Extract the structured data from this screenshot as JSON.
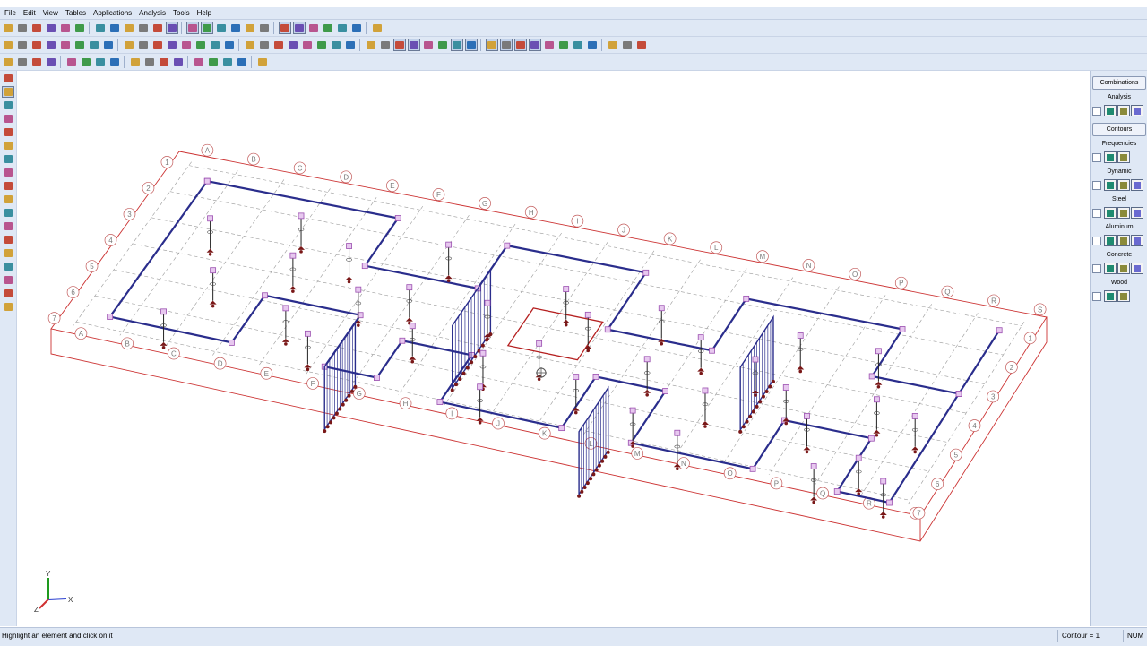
{
  "menu": [
    "File",
    "Edit",
    "View",
    "Tables",
    "Applications",
    "Analysis",
    "Tools",
    "Help"
  ],
  "toolbar_icons": {
    "row1": [
      "new-file",
      "open-folder",
      "save",
      "print",
      "undo",
      "redo",
      "redraw",
      "model-view",
      "line-tool",
      "table-view",
      "zoom-box",
      "plot-options",
      "joint-view",
      "member-view",
      "plate-view",
      "solid-view",
      "color-view",
      "label-view",
      "shaded-view",
      "render-view",
      "select-all",
      "grid-view",
      "loads-view",
      "results-view",
      "camera-view"
    ],
    "row2": [
      "table-editor",
      "draw-member",
      "draw-plate",
      "draw-wall",
      "draw-solid",
      "insert-joint",
      "delete-item",
      "split-member",
      "merge-item",
      "rotate-item",
      "move-item",
      "copy-item",
      "mirror-item",
      "scale-item",
      "snap-grid",
      "assign-support",
      "assign-hinge",
      "assign-offset",
      "assign-load",
      "assign-material",
      "assign-section",
      "assign-release",
      "wall-panel",
      "color-palette",
      "pointer-tool",
      "select-window",
      "select-polygon",
      "select-inverse",
      "select-member",
      "select-plate",
      "select-solid",
      "select-joint",
      "select-window-2",
      "select-line",
      "select-crossing",
      "select-plane",
      "select-box",
      "select-all-2",
      "select-none",
      "select-previous",
      "select-group",
      "undo-select",
      "redo-select"
    ],
    "row3": [
      "grid-tool",
      "beam-tool",
      "slab-tool",
      "deck-tool",
      "panel-tool",
      "ramp-tool",
      "stair-tool",
      "column-tool",
      "wall-tool",
      "roof-tool",
      "truss-tool",
      "foundation-tool",
      "load-tool",
      "area-load-tool",
      "wind-tool",
      "seismic-tool",
      "design-tool"
    ]
  },
  "left_toolbar_icons": [
    "hand-icon",
    "select-icon",
    "grid-select-icon",
    "lasso-icon",
    "zoom-in-icon",
    "zoom-out-icon",
    "view-front-icon",
    "view-top-icon",
    "view-side-icon",
    "view-iso-icon",
    "view-3d-icon",
    "view-section-icon",
    "fit-icon",
    "render-icon",
    "eye-icon",
    "layers-icon",
    "camera-icon",
    "help-icon"
  ],
  "right_panel": {
    "combinations": "Combinations",
    "analysis": "Analysis",
    "contours": "Contours",
    "frequencies": "Frequencies",
    "dynamic": "Dynamic",
    "steel": "Steel",
    "aluminum": "Aluminum",
    "concrete": "Concrete",
    "wood": "Wood"
  },
  "status": {
    "message": "Highlight an element and click on it",
    "contour": "Contour = 1",
    "num": "NUM"
  },
  "axes": {
    "x": "X",
    "y": "Y",
    "z": "Z"
  },
  "grid_labels": {
    "top_letters": [
      "A",
      "B",
      "C",
      "D",
      "E",
      "F",
      "G",
      "H",
      "I",
      "J",
      "K",
      "L",
      "M",
      "N",
      "O",
      "P",
      "Q",
      "R",
      "S"
    ],
    "bottom_letters": [
      "A",
      "B",
      "C",
      "D",
      "E",
      "F",
      "G",
      "H",
      "I",
      "J",
      "K",
      "L",
      "M",
      "N",
      "O",
      "P",
      "Q",
      "R",
      "S"
    ],
    "left_numbers": [
      "1",
      "2",
      "3",
      "4",
      "5",
      "6",
      "7"
    ],
    "right_numbers": [
      "1",
      "2",
      "3",
      "4",
      "5",
      "6",
      "7"
    ]
  },
  "colors": {
    "chrome": "#dfe8f5",
    "beam": "#2a2d8c",
    "boundary": "#cc3333",
    "grid": "#9a9a9a",
    "support": "#7a1818",
    "node": "#9b50b0"
  }
}
